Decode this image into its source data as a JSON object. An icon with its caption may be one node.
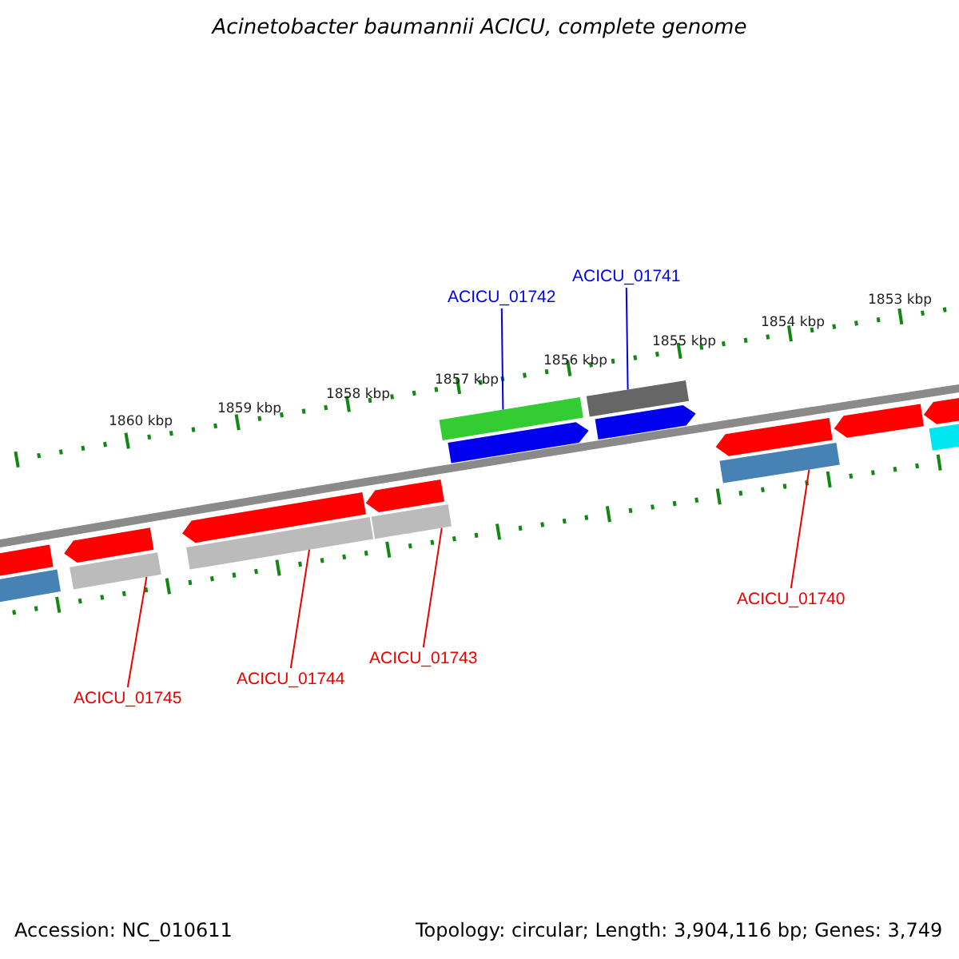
{
  "diagram": {
    "title": "Acinetobacter baumannii ACICU, complete genome",
    "nodes": [
      {
        "text": [
          "ACICU_01741"
        ]
      },
      {
        "text": [
          "ACICU_01742"
        ]
      },
      {
        "text": [
          "ACICU_01740"
        ]
      },
      {
        "text": [
          "ACICU_01743"
        ]
      },
      {
        "text": [
          "ACICU_01744"
        ]
      },
      {
        "text": [
          "ACICU_01745"
        ]
      },
      {
        "text": [],
        "shape": "bar"
      },
      {
        "text": [],
        "shape": "bar"
      },
      {
        "text": [],
        "shape": "bar"
      },
      {
        "text": [],
        "shape": "bar"
      },
      {
        "text": [],
        "shape": "bar"
      },
      {
        "text": [],
        "shape": "bar"
      },
      {
        "text": [],
        "shape": "bar"
      },
      {
        "text": [],
        "shape": "bar"
      },
      {
        "text": [],
        "shape": "arrow"
      },
      {
        "text": [],
        "shape": "arrow"
      },
      {
        "text": [],
        "shape": "arrow"
      },
      {
        "text": [],
        "shape": "arrow"
      },
      {
        "text": [],
        "shape": "arrow"
      },
      {
        "text": [],
        "shape": "arrow"
      },
      {
        "text": [],
        "shape": "arrow"
      },
      {
        "text": [],
        "shape": "arrow"
      },
      {
        "text": [],
        "shape": "bar"
      }
    ],
    "edges": [
      {
        "from": 0,
        "to": 10,
        "arrow": "none",
        "color": "#0000ee"
      },
      {
        "from": 1,
        "to": 9,
        "arrow": "none",
        "color": "#0000ee"
      },
      {
        "from": 2,
        "to": 11,
        "arrow": "none"
      },
      {
        "from": 3,
        "to": 8,
        "arrow": "none"
      },
      {
        "from": 4,
        "to": 7,
        "arrow": "none"
      },
      {
        "from": 5,
        "to": 6,
        "arrow": "none"
      }
    ],
    "labels": [
      "1853 kbp",
      "1854 kbp",
      "1855 kbp",
      "1856 kbp",
      "1857 kbp",
      "1858 kbp",
      "1859 kbp",
      "1860 kbp",
      "Accession: NC_010611",
      "Topology: circular; Length: 3,904,116 bp; Genes: 3,749"
    ]
  }
}
